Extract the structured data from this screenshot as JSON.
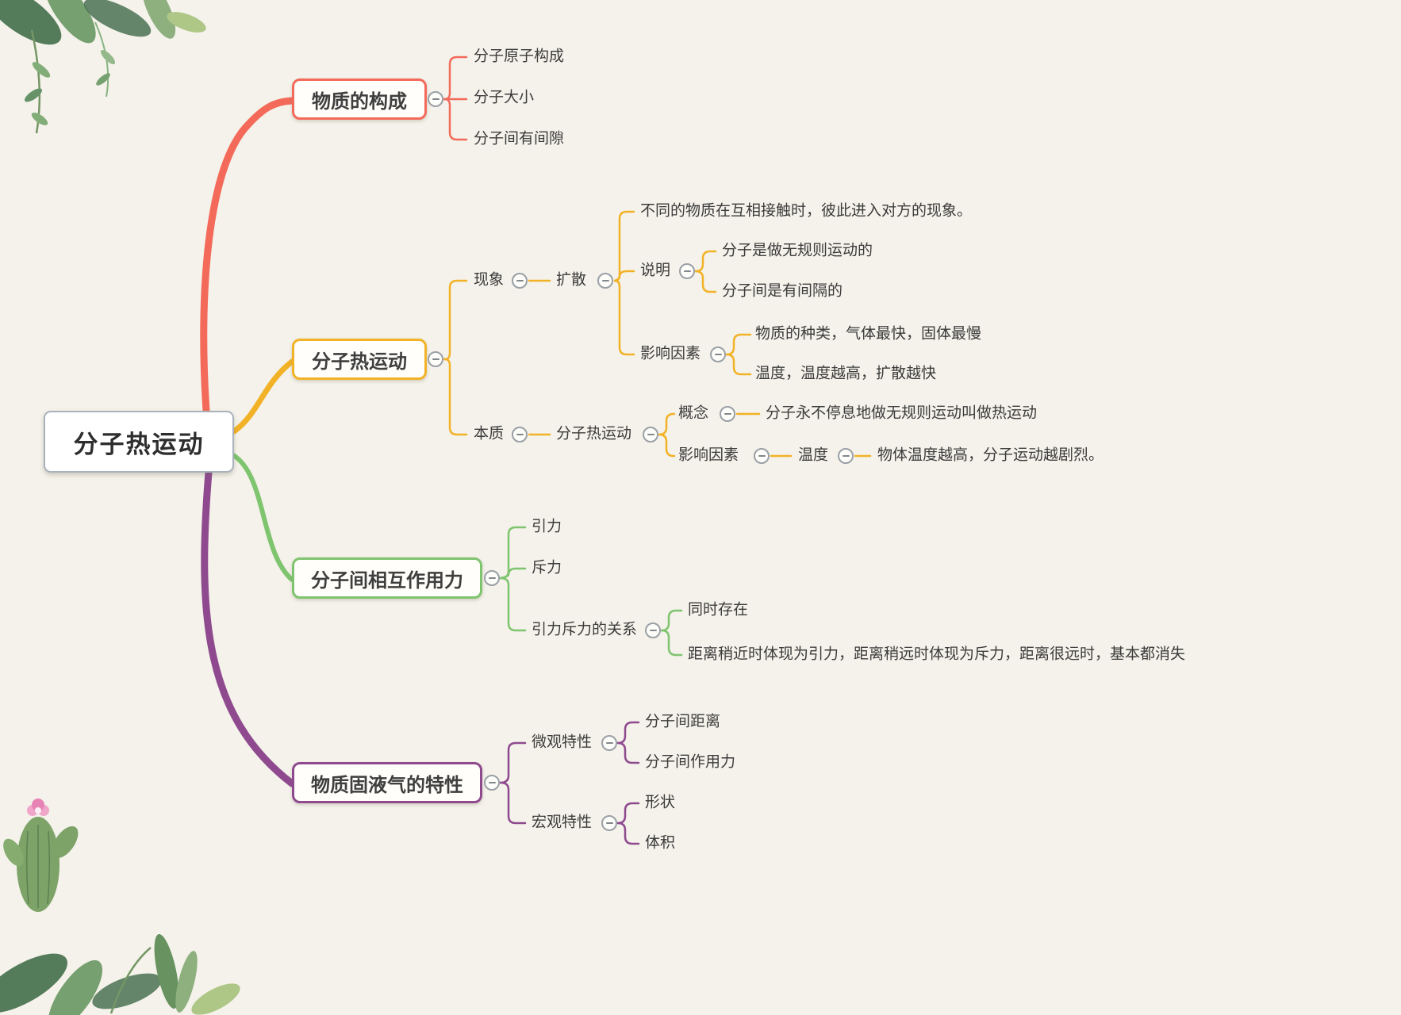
{
  "map": {
    "root": "分子热运动",
    "composition": {
      "label": "物质的构成",
      "children": [
        "分子原子构成",
        "分子大小",
        "分子间有间隙"
      ]
    },
    "thermal": {
      "label": "分子热运动",
      "phenomenon": {
        "label": "现象",
        "diffusion": {
          "label": "扩散",
          "definition": "不同的物质在互相接触时，彼此进入对方的现象。",
          "explain": {
            "label": "说明",
            "children": [
              "分子是做无规则运动的",
              "分子间是有间隔的"
            ]
          },
          "factors": {
            "label": "影响因素",
            "children": [
              "物质的种类，气体最快，固体最慢",
              "温度，温度越高，扩散越快"
            ]
          }
        }
      },
      "essence": {
        "label": "本质",
        "motion": {
          "label": "分子热运动",
          "concept": {
            "label": "概念",
            "text": "分子永不停息地做无规则运动叫做热运动"
          },
          "factors": {
            "label": "影响因素",
            "temperature": {
              "label": "温度",
              "text": "物体温度越高，分子运动越剧烈。"
            }
          }
        }
      }
    },
    "forces": {
      "label": "分子间相互作用力",
      "children": [
        "引力",
        "斥力"
      ],
      "relation": {
        "label": "引力斥力的关系",
        "children": [
          "同时存在",
          "距离稍近时体现为引力，距离稍远时体现为斥力，距离很远时，基本都消失"
        ]
      }
    },
    "states": {
      "label": "物质固液气的特性",
      "micro": {
        "label": "微观特性",
        "children": [
          "分子间距离",
          "分子间作用力"
        ]
      },
      "macro": {
        "label": "宏观特性",
        "children": [
          "形状",
          "体积"
        ]
      }
    }
  },
  "colors": {
    "branch_red": "#f46a5a",
    "branch_yellow": "#f2b227",
    "branch_green": "#7fc46f",
    "branch_purple": "#8f4a8f",
    "root_border": "#a9b2bd",
    "text": "#3b3b3b",
    "background": "#f4f2ea"
  },
  "icons": {
    "collapse_icon": "minus-in-circle",
    "decor_top_left": "watercolor-leaves",
    "decor_bottom_left": "cactus-and-leaves"
  }
}
